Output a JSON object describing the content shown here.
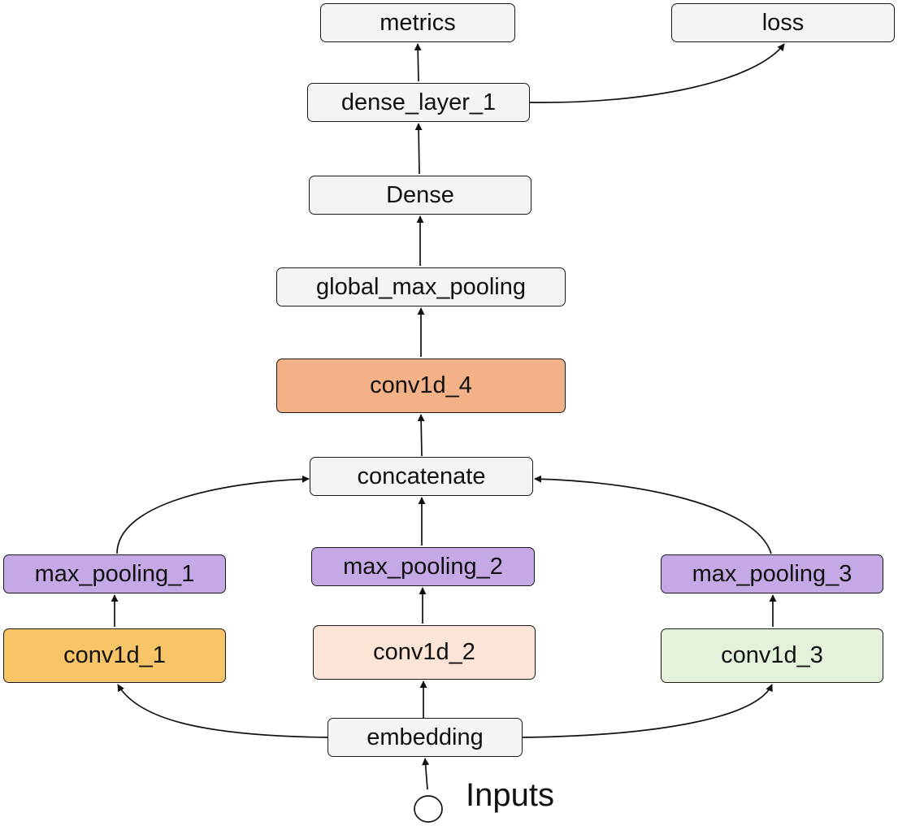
{
  "diagram": {
    "nodes": {
      "metrics": {
        "label": "metrics",
        "fill": "#f4f4f4"
      },
      "loss": {
        "label": "loss",
        "fill": "#f4f4f4"
      },
      "dense_layer_1": {
        "label": "dense_layer_1",
        "fill": "#f4f4f4"
      },
      "dense": {
        "label": "Dense",
        "fill": "#f4f4f4"
      },
      "global_max_pooling": {
        "label": "global_max_pooling",
        "fill": "#f4f4f4"
      },
      "conv1d_4": {
        "label": "conv1d_4",
        "fill": "#f2b187"
      },
      "concatenate": {
        "label": "concatenate",
        "fill": "#f4f4f4"
      },
      "max_pooling_1": {
        "label": "max_pooling_1",
        "fill": "#c4a9e6"
      },
      "max_pooling_2": {
        "label": "max_pooling_2",
        "fill": "#c4a9e6"
      },
      "max_pooling_3": {
        "label": "max_pooling_3",
        "fill": "#c4a9e6"
      },
      "conv1d_1": {
        "label": "conv1d_1",
        "fill": "#f7c467"
      },
      "conv1d_2": {
        "label": "conv1d_2",
        "fill": "#fce5d6"
      },
      "conv1d_3": {
        "label": "conv1d_3",
        "fill": "#e4f2db"
      },
      "embedding": {
        "label": "embedding",
        "fill": "#f4f4f4"
      }
    },
    "input": {
      "label": "Inputs"
    },
    "edges": [
      [
        "inputs",
        "embedding"
      ],
      [
        "embedding",
        "conv1d_1"
      ],
      [
        "embedding",
        "conv1d_2"
      ],
      [
        "embedding",
        "conv1d_3"
      ],
      [
        "conv1d_1",
        "max_pooling_1"
      ],
      [
        "conv1d_2",
        "max_pooling_2"
      ],
      [
        "conv1d_3",
        "max_pooling_3"
      ],
      [
        "max_pooling_1",
        "concatenate"
      ],
      [
        "max_pooling_2",
        "concatenate"
      ],
      [
        "max_pooling_3",
        "concatenate"
      ],
      [
        "concatenate",
        "conv1d_4"
      ],
      [
        "conv1d_4",
        "global_max_pooling"
      ],
      [
        "global_max_pooling",
        "dense"
      ],
      [
        "dense",
        "dense_layer_1"
      ],
      [
        "dense_layer_1",
        "metrics"
      ],
      [
        "dense_layer_1",
        "loss"
      ]
    ]
  }
}
